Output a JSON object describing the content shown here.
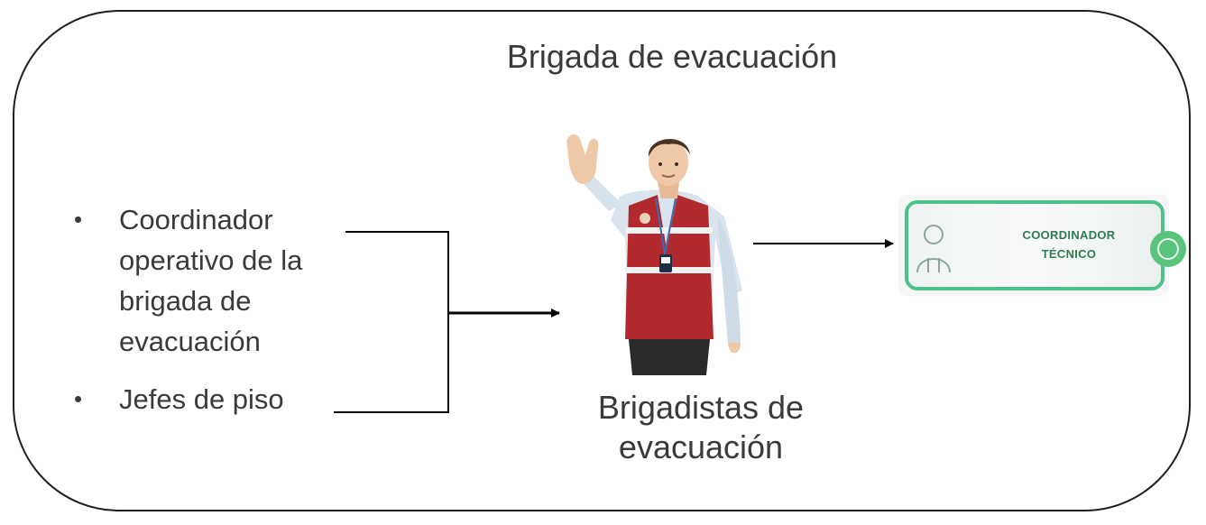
{
  "title": "Brigada de evacuación",
  "bullets": [
    "Coordinador operativo de la brigada de evacuación",
    "Jefes de piso"
  ],
  "center_caption": "Brigadistas de evacuación",
  "badge": {
    "line1": "COORDINADOR",
    "line2": "TÉCNICO"
  },
  "colors": {
    "border": "#1f1f1f",
    "text": "#3a3a3a",
    "vest": "#b22a2e",
    "badge_green": "#4cc38a",
    "badge_text": "#2e7d4f"
  }
}
